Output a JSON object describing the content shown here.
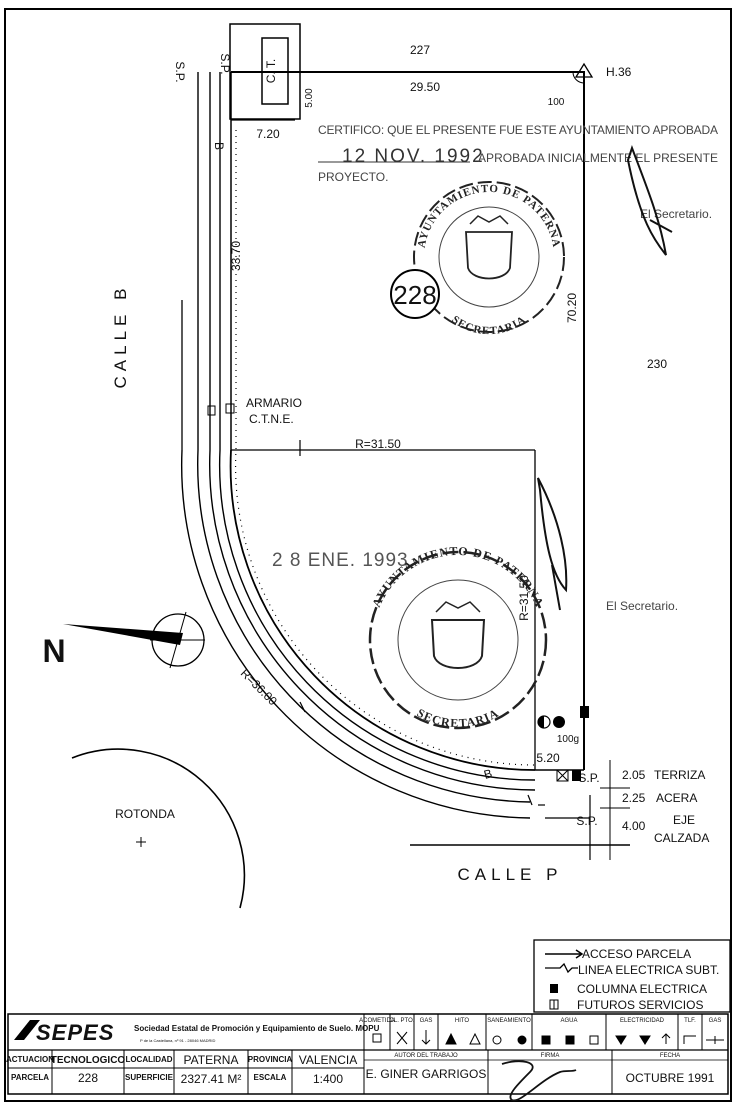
{
  "plan": {
    "lot_227": "227",
    "lot_230": "230",
    "lot_number": "228",
    "marker_h36": "H.36",
    "dim_top": "29.50",
    "dim_right": "70.20",
    "dim_left": "33.70",
    "dim_7_20": "7.20",
    "dim_5_00": "5.00",
    "dim_5_20": "5.20",
    "angle_100": "100",
    "angle_100g": "100g",
    "radius_inner_h": "R=31.50",
    "radius_inner_v": "R=31.50",
    "radius_outer": "R=36.00",
    "ct_box": "C. T.",
    "sp_labels": [
      "S.P.",
      "S.P.",
      "S.P.",
      "S.P."
    ],
    "armario": [
      "ARMARIO",
      "C.T.N.E."
    ],
    "street_b": "CALLE B",
    "street_p": "CALLE P",
    "street_b_mark": "B",
    "north": "N",
    "rotonda": "ROTONDA",
    "sections": [
      {
        "dim": "2.05",
        "label": "TERRIZA"
      },
      {
        "dim": "2.25",
        "label": "ACERA"
      },
      {
        "dim": "4.00",
        "label": "EJE"
      },
      {
        "dim": "",
        "label": "CALZADA"
      }
    ]
  },
  "stamps": {
    "certificate_line1": "CERTIFICO: QUE EL PRESENTE FUE ESTE AYUNTAMIENTO APROBADA",
    "certificate_date": "12 NOV. 1992",
    "certificate_line2": "APROBADA INICIALMENTE EL PRESENTE",
    "certificate_line3": "PROYECTO.",
    "secretary_1": "El Secretario.",
    "seal_text": "AYUNTAMIENTO DE PATERNA",
    "seal_bottom": "SECRETARIA",
    "second_date": "2 8 ENE. 1993",
    "secretary_2": "El Secretario."
  },
  "legend": {
    "items": [
      {
        "icon": "access-arrow-icon",
        "label": "ACCESO PARCELA"
      },
      {
        "icon": "cable-line-icon",
        "label": "LINEA ELECTRICA SUBT."
      },
      {
        "icon": "electric-column-icon",
        "label": "COLUMNA ELECTRICA"
      },
      {
        "icon": "future-services-icon",
        "label": "FUTUROS SERVICIOS"
      }
    ]
  },
  "title_block": {
    "company": "Sociedad Estatal de Promoción y Equipamiento de Suelo. MOPU",
    "company_addr": "P de la Castellana, nº 91 - 28046 MADRID",
    "logo": "SEPES",
    "headers": [
      "ACTUACION",
      "PARCELA",
      "LOCALIDAD",
      "SUPERFICIE",
      "PROVINCIA",
      "ESCALA"
    ],
    "actuacion": "TECNOLOGICO",
    "parcela": "228",
    "localidad": "PATERNA",
    "superficie": "2327.41 M²",
    "provincia": "VALENCIA",
    "escala": "1:400",
    "autor": "E. GINER GARRIGOS",
    "autor_header": "AUTOR DEL TRABAJO",
    "firma_header": "FIRMA",
    "fecha_header": "FECHA",
    "fecha": "OCTUBRE 1991",
    "svc_headers": [
      "ACOMETIDA",
      "CL. PTO.",
      "GAS",
      "HITO",
      "SANEAMIENTO",
      "AGUA",
      "ELECTRICIDAD",
      "TLF.",
      "GAS"
    ]
  }
}
